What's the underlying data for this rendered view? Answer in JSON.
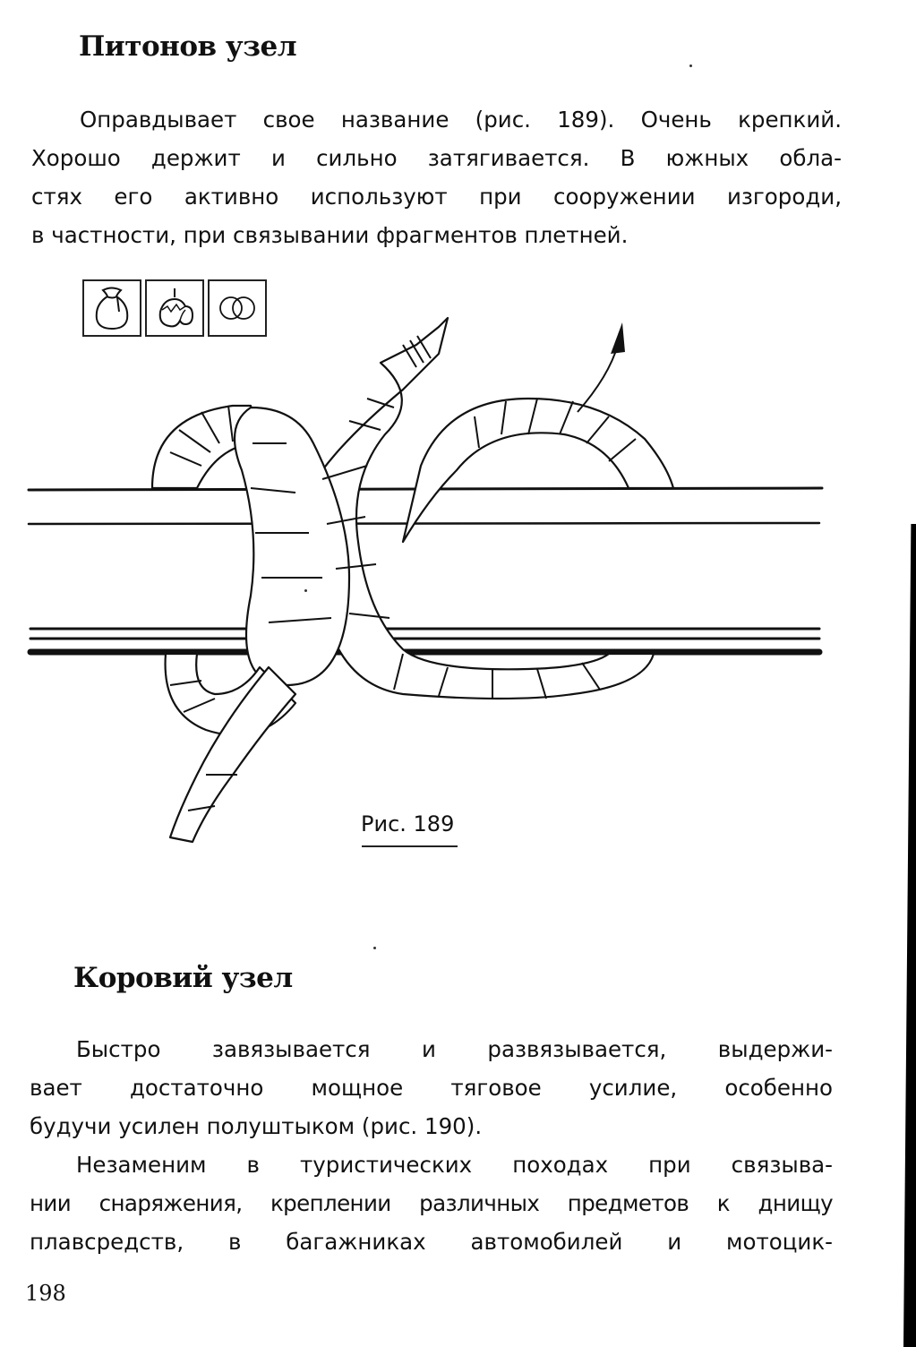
{
  "page": {
    "number": "198"
  },
  "sections": [
    {
      "title": "Питонов узел",
      "paragraphs": [
        {
          "lines": [
            "Оправдывает свое название (рис. 189). Очень крепкий.",
            "Хорошо держит и сильно затягивается. В южных обла-",
            "стях его активно используют при сооружении изгороди,",
            "в частности, при связывании фрагментов плетней."
          ]
        }
      ],
      "usage_icons": [
        {
          "name": "sack-icon",
          "meaning": "bag / sack"
        },
        {
          "name": "hazelnut-icon",
          "meaning": "nuts / harvest"
        },
        {
          "name": "rings-icon",
          "meaning": "joining / linked rings"
        }
      ],
      "figure": {
        "caption": "Рис. 189",
        "description": "Python knot tied around two parallel horizontal poles, with arrow showing rope direction"
      }
    },
    {
      "title": "Коровий узел",
      "paragraphs": [
        {
          "lines": [
            "Быстро завязывается и развязывается, выдержи-",
            "вает достаточно мощное тяговое усилие, особенно",
            "будучи усилен полуштыком (рис. 190)."
          ]
        },
        {
          "lines": [
            "Незаменим в туристических походах при связыва-",
            "нии снаряжения, креплении различных предметов к днищу",
            "плавсредств, в багажниках автомобилей и мотоцик-"
          ]
        }
      ]
    }
  ]
}
